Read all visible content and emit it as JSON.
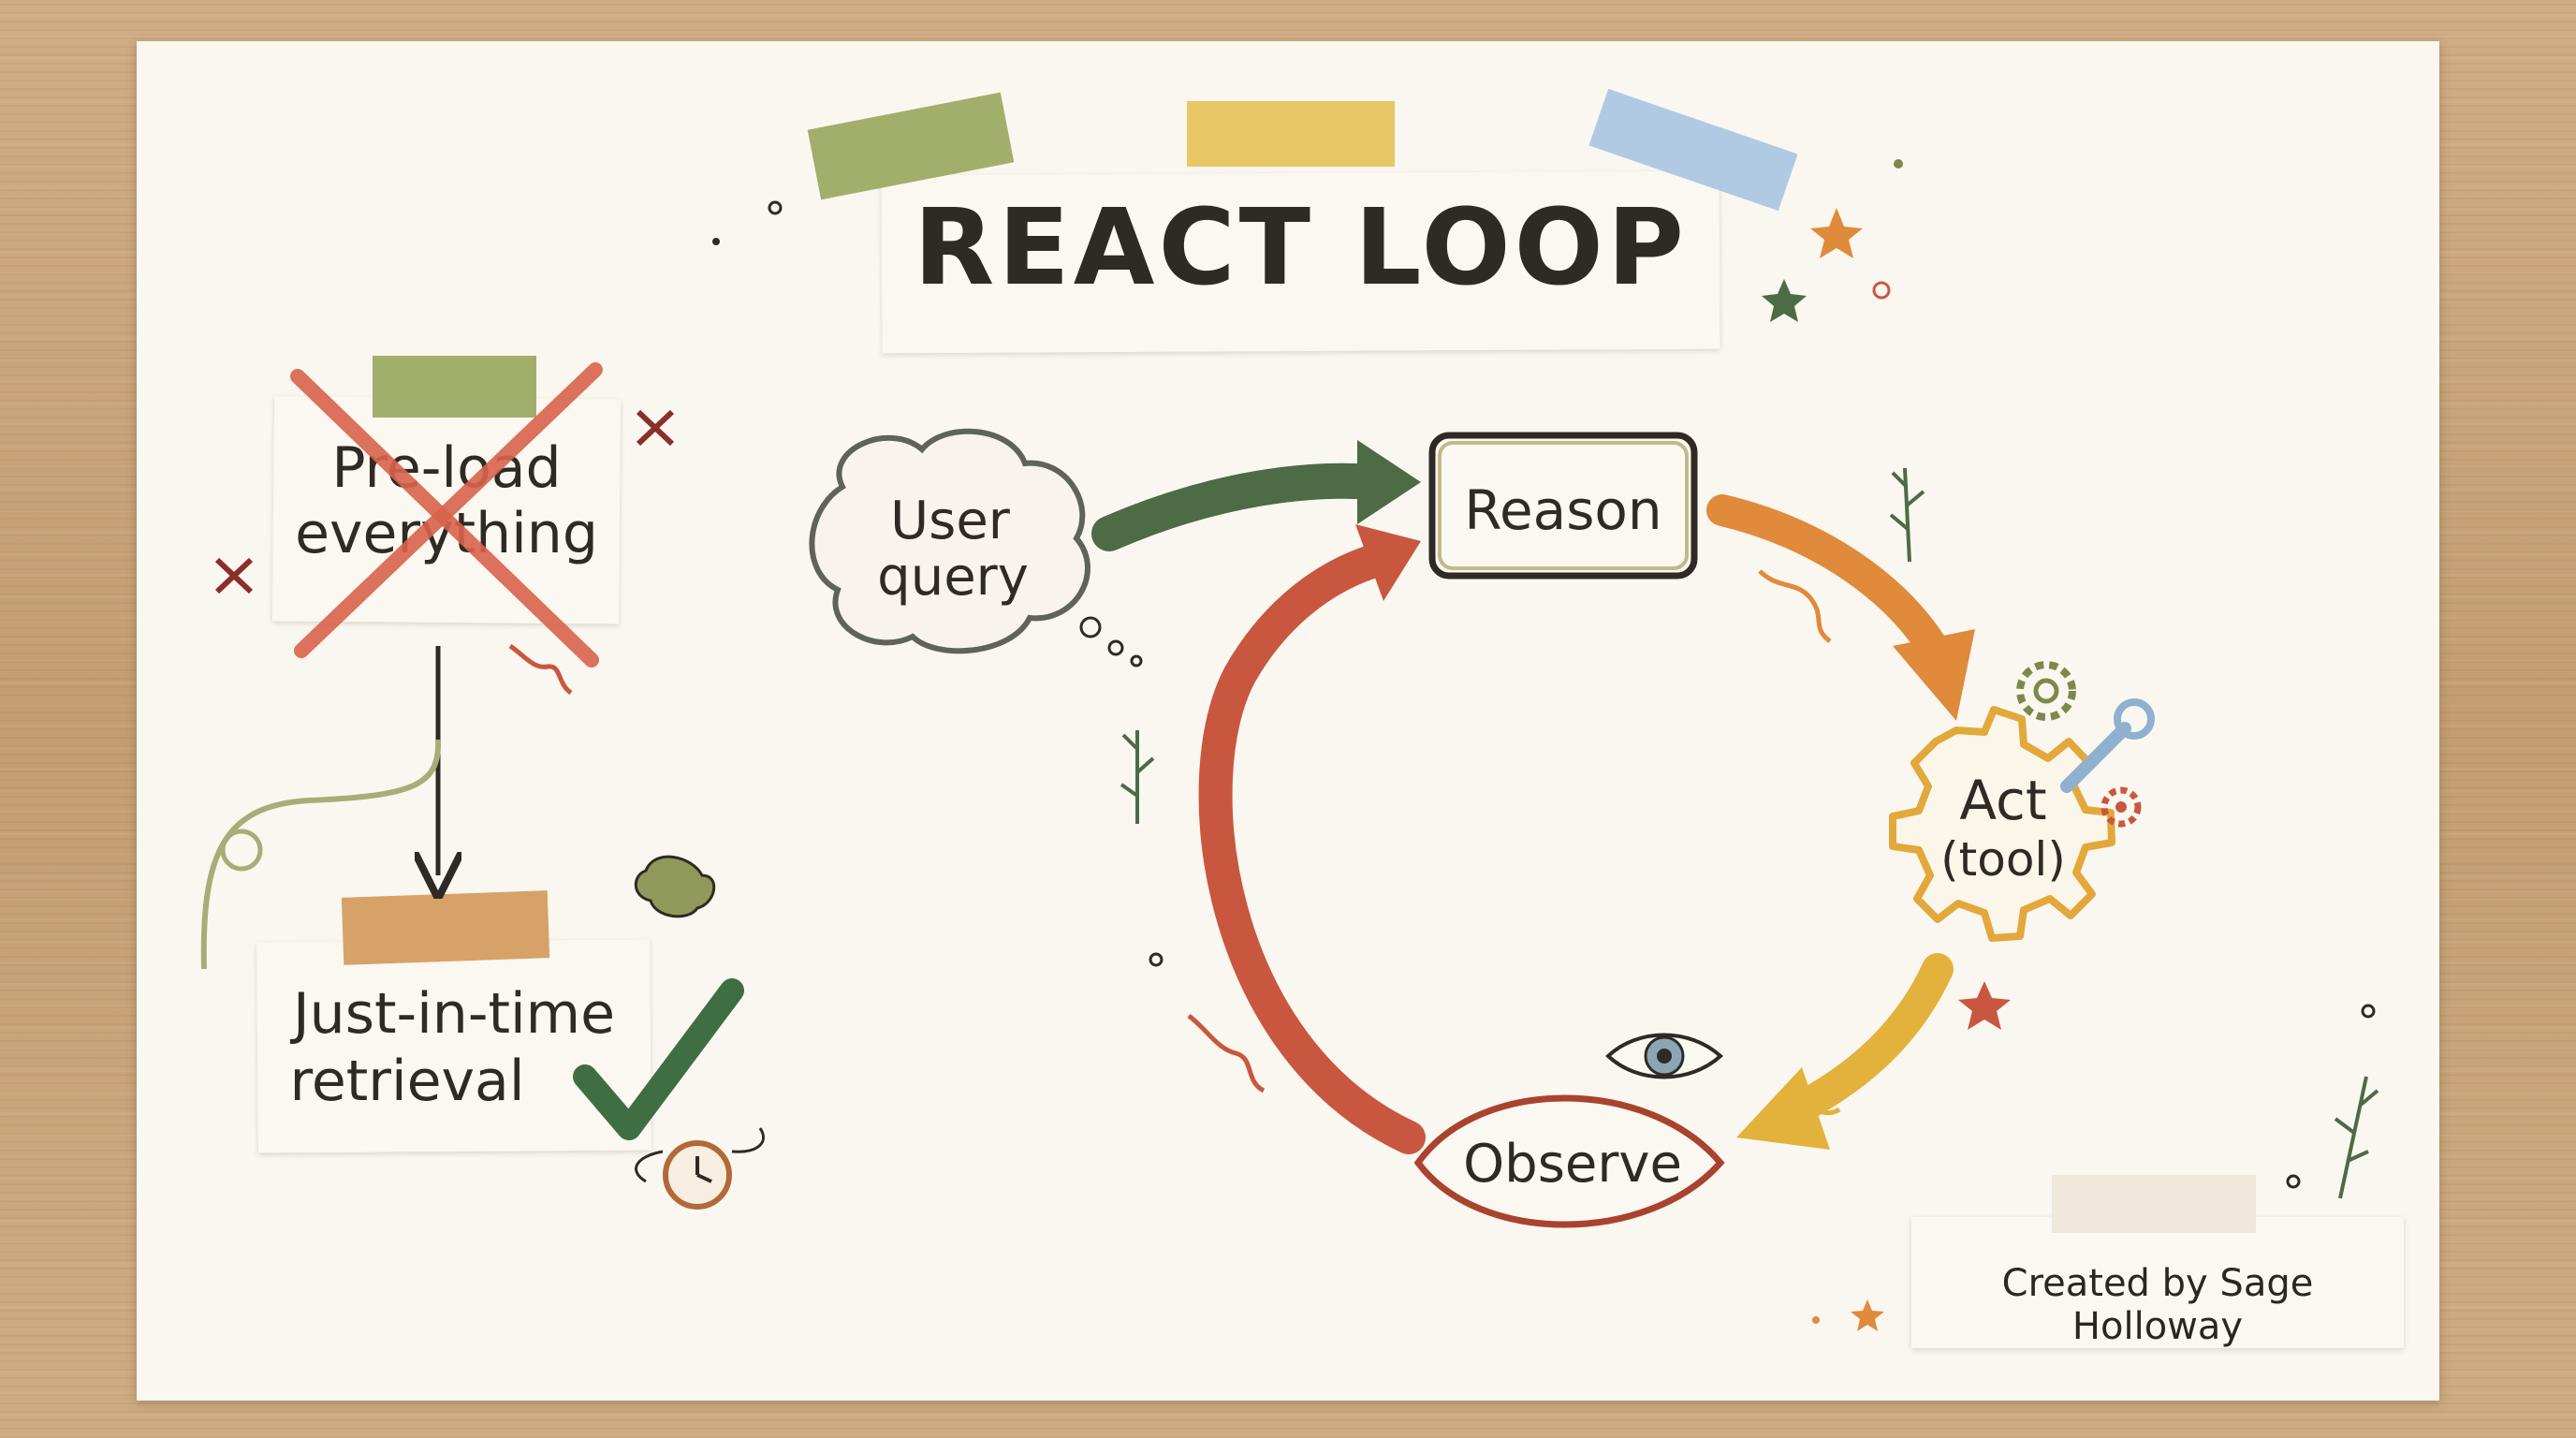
{
  "title": "REACT LOOP",
  "left_panel": {
    "rejected_label_line1": "Pre-load",
    "rejected_label_line2": "everything",
    "preferred_label_line1": "Just-in-time",
    "preferred_label_line2": "retrieval"
  },
  "loop": {
    "input_label_line1": "User",
    "input_label_line2": "query",
    "reason_label": "Reason",
    "act_label_line1": "Act",
    "act_label_line2": "(tool)",
    "observe_label": "Observe"
  },
  "credit": "Created by Sage Holloway",
  "colors": {
    "paper": "#faf7f0",
    "ink": "#2f2a26",
    "green_arrow": "#4d6b45",
    "orange_arrow": "#e08a3c",
    "yellow_arrow": "#e3b23c",
    "red_arrow": "#c9573f",
    "tape_green": "#9aa860",
    "tape_yellow": "#e6c25a",
    "tape_blue": "#a9c6e2",
    "tape_orange": "#d49a5c",
    "cross_red": "#d9634c",
    "check_green": "#3f6e42"
  }
}
